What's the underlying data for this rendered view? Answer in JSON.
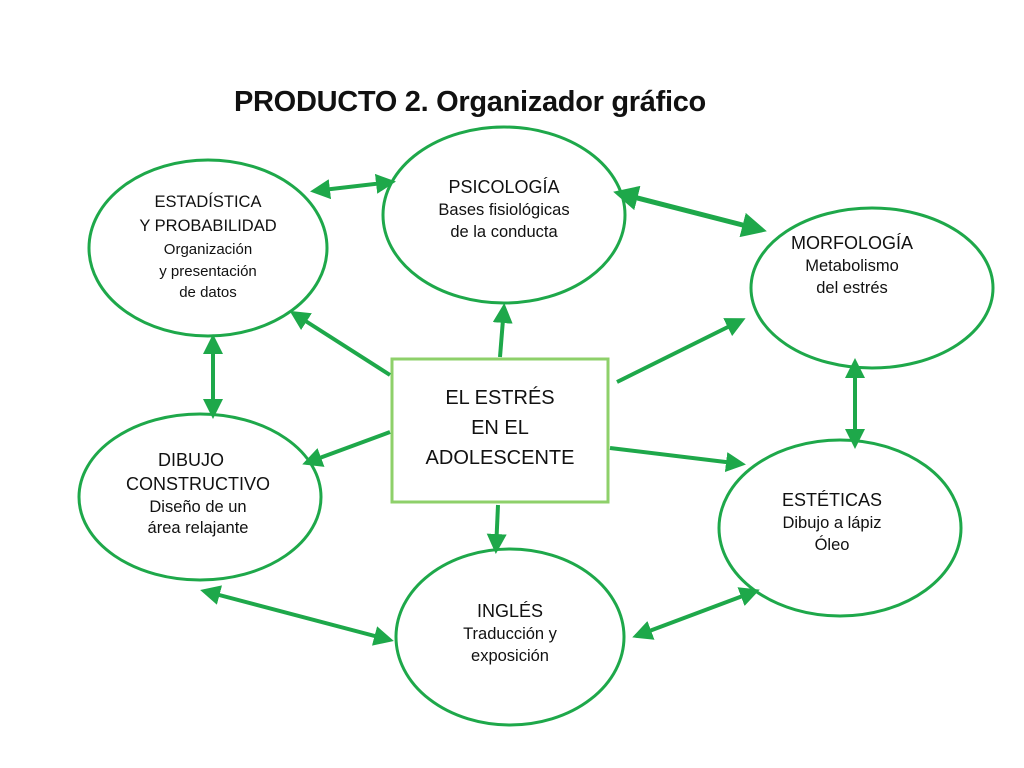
{
  "title": "PRODUCTO 2. Organizador gráfico",
  "colors": {
    "stroke": "#1ea84a",
    "center_border": "#8ed06a",
    "text": "#111111",
    "background": "#ffffff"
  },
  "center": {
    "lines": [
      "EL ESTRÉS",
      "EN EL",
      "ADOLESCENTE"
    ]
  },
  "nodes": {
    "psicologia": {
      "heading": "PSICOLOGÍA",
      "lines": [
        "Bases fisiológicas",
        "de la conducta"
      ]
    },
    "estadistica": {
      "heading": [
        "ESTADÍSTICA",
        "Y PROBABILIDAD"
      ],
      "lines": [
        "Organización",
        "y presentación",
        "de datos"
      ]
    },
    "morfologia": {
      "heading": "MORFOLOGÍA",
      "lines": [
        "Metabolismo",
        "del estrés"
      ]
    },
    "dibujo": {
      "heading": [
        "DIBUJO",
        "CONSTRUCTIVO"
      ],
      "lines": [
        "Diseño de un",
        "área relajante"
      ]
    },
    "esteticas": {
      "heading": "ESTÉTICAS",
      "lines": [
        "Dibujo a lápiz",
        "Óleo"
      ]
    },
    "ingles": {
      "heading": "INGLÉS",
      "lines": [
        "Traducción y",
        "exposición"
      ]
    }
  }
}
